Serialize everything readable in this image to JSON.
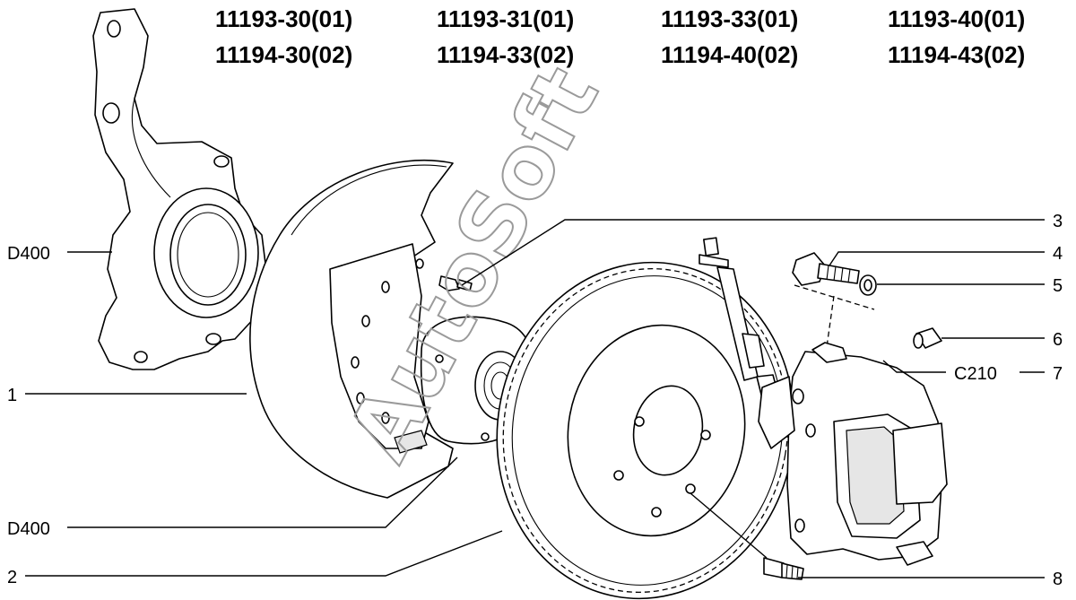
{
  "header": {
    "codes": [
      [
        "11193-30(01)",
        "11194-30(02)"
      ],
      [
        "11193-31(01)",
        "11194-33(02)"
      ],
      [
        "11193-33(01)",
        "11194-40(02)"
      ],
      [
        "11193-40(01)",
        "11194-43(02)"
      ]
    ]
  },
  "callouts": {
    "knuckle": "D400",
    "shield": "1",
    "hub": "D400",
    "disc": "2",
    "screw": "3",
    "bolt": "4",
    "washer": "5",
    "bushing": "6",
    "caliper_ref": "C210",
    "caliper": "7",
    "stud": "8"
  },
  "watermark": "AutoSoft"
}
